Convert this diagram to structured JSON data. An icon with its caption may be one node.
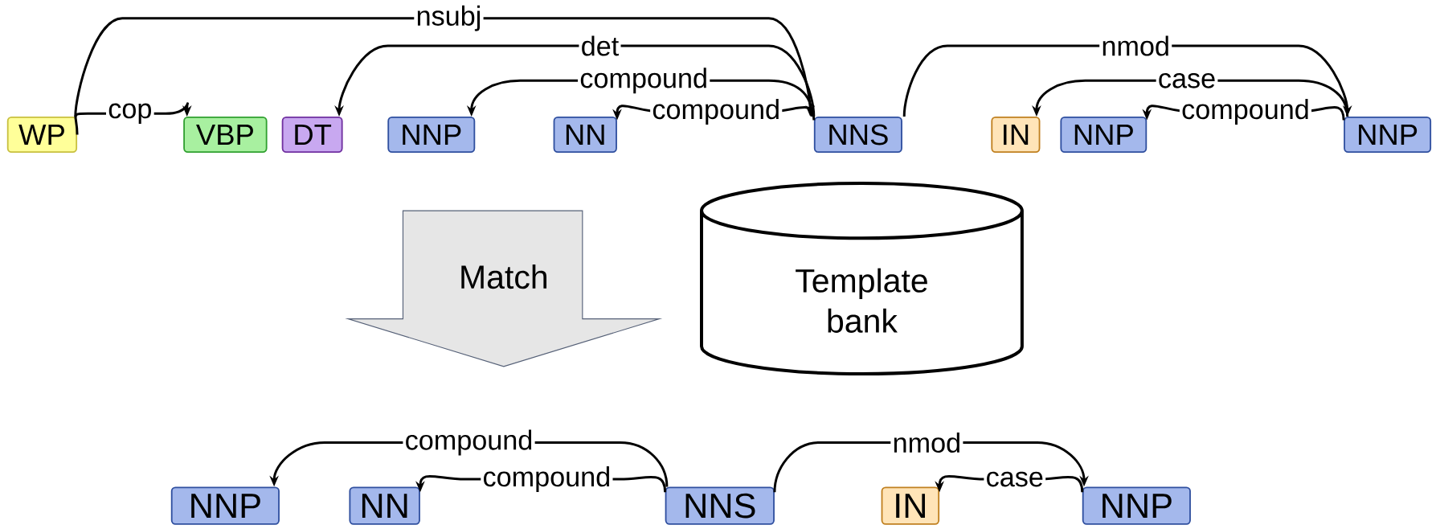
{
  "diagram": {
    "nodes": [
      {
        "text": [
          "WP"
        ]
      },
      {
        "text": [
          "VBP"
        ]
      },
      {
        "text": [
          "DT"
        ]
      },
      {
        "text": [
          "NNP"
        ]
      },
      {
        "text": [
          "NN"
        ]
      },
      {
        "text": [
          "NNS"
        ]
      },
      {
        "text": [
          "IN"
        ]
      },
      {
        "text": [
          "NNP"
        ]
      },
      {
        "text": [
          "NNP"
        ]
      },
      {
        "text": [
          "Match"
        ]
      },
      {
        "text": [
          "Template bank"
        ]
      },
      {
        "text": [
          "NNP"
        ]
      },
      {
        "text": [
          "NN"
        ]
      },
      {
        "text": [
          "NNS"
        ]
      },
      {
        "text": [
          "IN"
        ]
      },
      {
        "text": [
          "NNP"
        ]
      }
    ],
    "edges": [
      {
        "from": 0,
        "to": 5,
        "arrow": "to",
        "label": "nsubj"
      },
      {
        "from": 0,
        "to": 1,
        "arrow": "to",
        "label": "cop"
      },
      {
        "from": 5,
        "to": 2,
        "arrow": "to",
        "label": "det"
      },
      {
        "from": 5,
        "to": 3,
        "arrow": "to",
        "label": "compound"
      },
      {
        "from": 5,
        "to": 4,
        "arrow": "to",
        "label": "compound"
      },
      {
        "from": 5,
        "to": 8,
        "arrow": "to",
        "label": "nmod"
      },
      {
        "from": 8,
        "to": 6,
        "arrow": "to",
        "label": "case"
      },
      {
        "from": 8,
        "to": 7,
        "arrow": "to",
        "label": "compound"
      },
      {
        "from": 13,
        "to": 11,
        "arrow": "to",
        "label": "compound"
      },
      {
        "from": 13,
        "to": 12,
        "arrow": "to",
        "label": "compound"
      },
      {
        "from": 13,
        "to": 15,
        "arrow": "to",
        "label": "nmod"
      },
      {
        "from": 15,
        "to": 14,
        "arrow": "to",
        "label": "case"
      }
    ]
  }
}
